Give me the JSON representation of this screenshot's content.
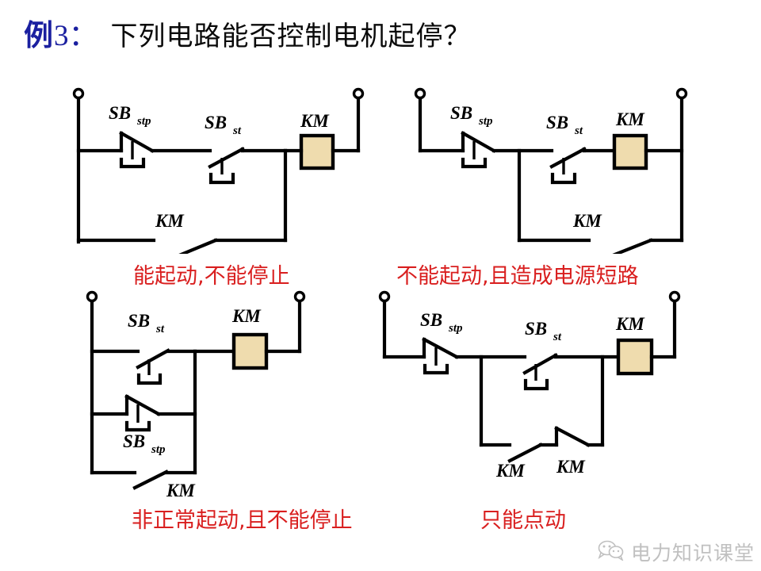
{
  "title": {
    "prefix_label": "例",
    "number": "3",
    "colon": "：",
    "question": "下列电路能否控制电机起停？",
    "prefix_color": "#1b20a0",
    "question_color": "#0a0a0a"
  },
  "colors": {
    "wire": "#000000",
    "coil_fill": "#efdcae",
    "coil_border": "#000000",
    "caption_red": "#d91f1f",
    "watermark_gray": "#6b6b6b",
    "background": "#ffffff"
  },
  "circuits": [
    {
      "id": "circuit-1",
      "labels": {
        "stop_button": "SB",
        "stop_button_sub": "stp",
        "start_button": "SB",
        "start_button_sub": "st",
        "coil": "KM",
        "aux_contact": "KM"
      },
      "caption": "能起动,不能停止"
    },
    {
      "id": "circuit-2",
      "labels": {
        "stop_button": "SB",
        "stop_button_sub": "stp",
        "start_button": "SB",
        "start_button_sub": "st",
        "coil": "KM",
        "aux_contact": "KM"
      },
      "caption": "不能起动,且造成电源短路"
    },
    {
      "id": "circuit-3",
      "labels": {
        "start_button": "SB",
        "start_button_sub": "st",
        "stop_button": "SB",
        "stop_button_sub": "stp",
        "coil": "KM",
        "aux_contact": "KM"
      },
      "caption": "非正常起动,且不能停止"
    },
    {
      "id": "circuit-4",
      "labels": {
        "stop_button": "SB",
        "stop_button_sub": "stp",
        "start_button": "SB",
        "start_button_sub": "st",
        "coil": "KM",
        "aux_contact_left": "KM",
        "aux_contact_right": "KM"
      },
      "caption": "只能点动"
    }
  ],
  "watermark": {
    "icon": "wechat-icon",
    "text": "电力知识课堂"
  }
}
